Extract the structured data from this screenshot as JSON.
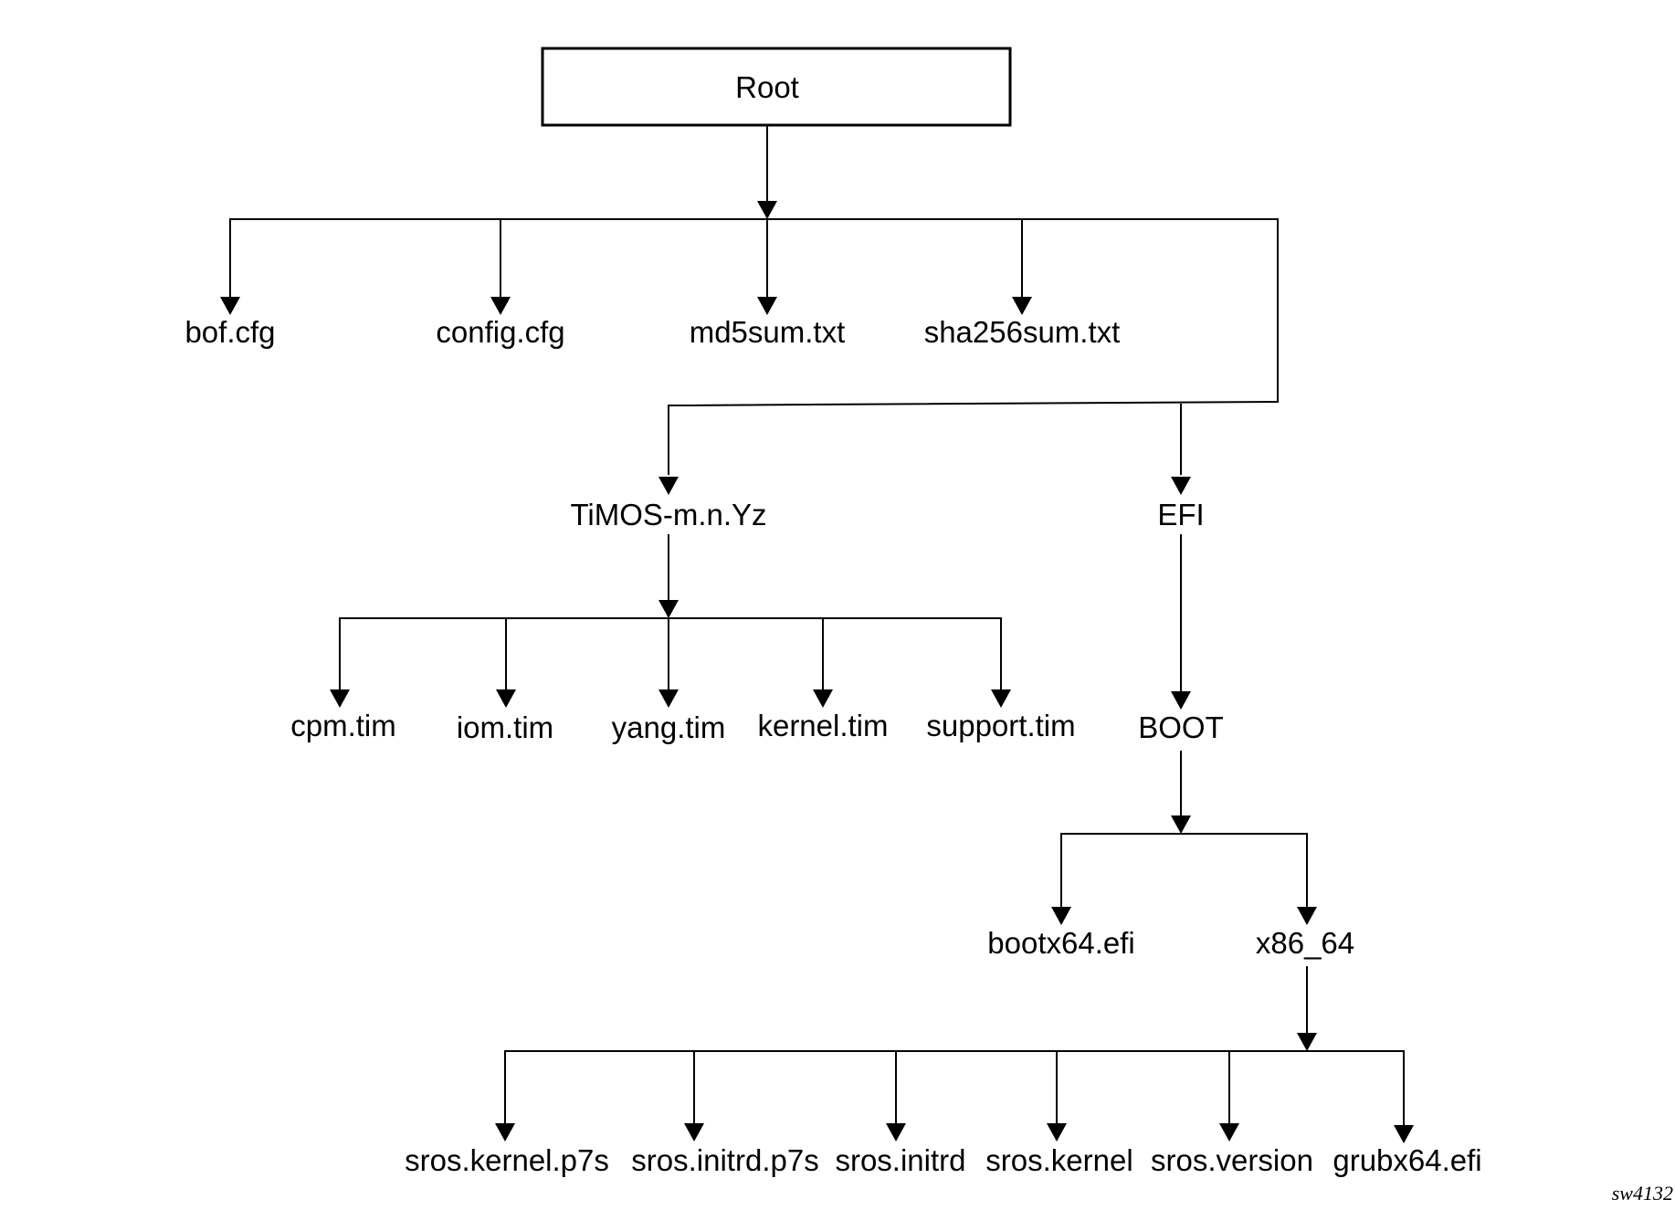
{
  "root": "Root",
  "root_children": {
    "bof": "bof.cfg",
    "config": "config.cfg",
    "md5": "md5sum.txt",
    "sha256": "sha256sum.txt",
    "timos": "TiMOS-m.n.Yz",
    "efi": "EFI"
  },
  "timos_children": {
    "cpm": "cpm.tim",
    "iom": "iom.tim",
    "yang": "yang.tim",
    "kernel": "kernel.tim",
    "support": "support.tim"
  },
  "efi_children": {
    "boot": "BOOT"
  },
  "boot_children": {
    "bootx64": "bootx64.efi",
    "x86_64": "x86_64"
  },
  "x86_64_children": {
    "kernel_p7s": "sros.kernel.p7s",
    "initrd_p7s": "sros.initrd.p7s",
    "initrd": "sros.initrd",
    "kernel": "sros.kernel",
    "version": "sros.version",
    "grub": "grubx64.efi"
  },
  "figure_id": "sw4132"
}
